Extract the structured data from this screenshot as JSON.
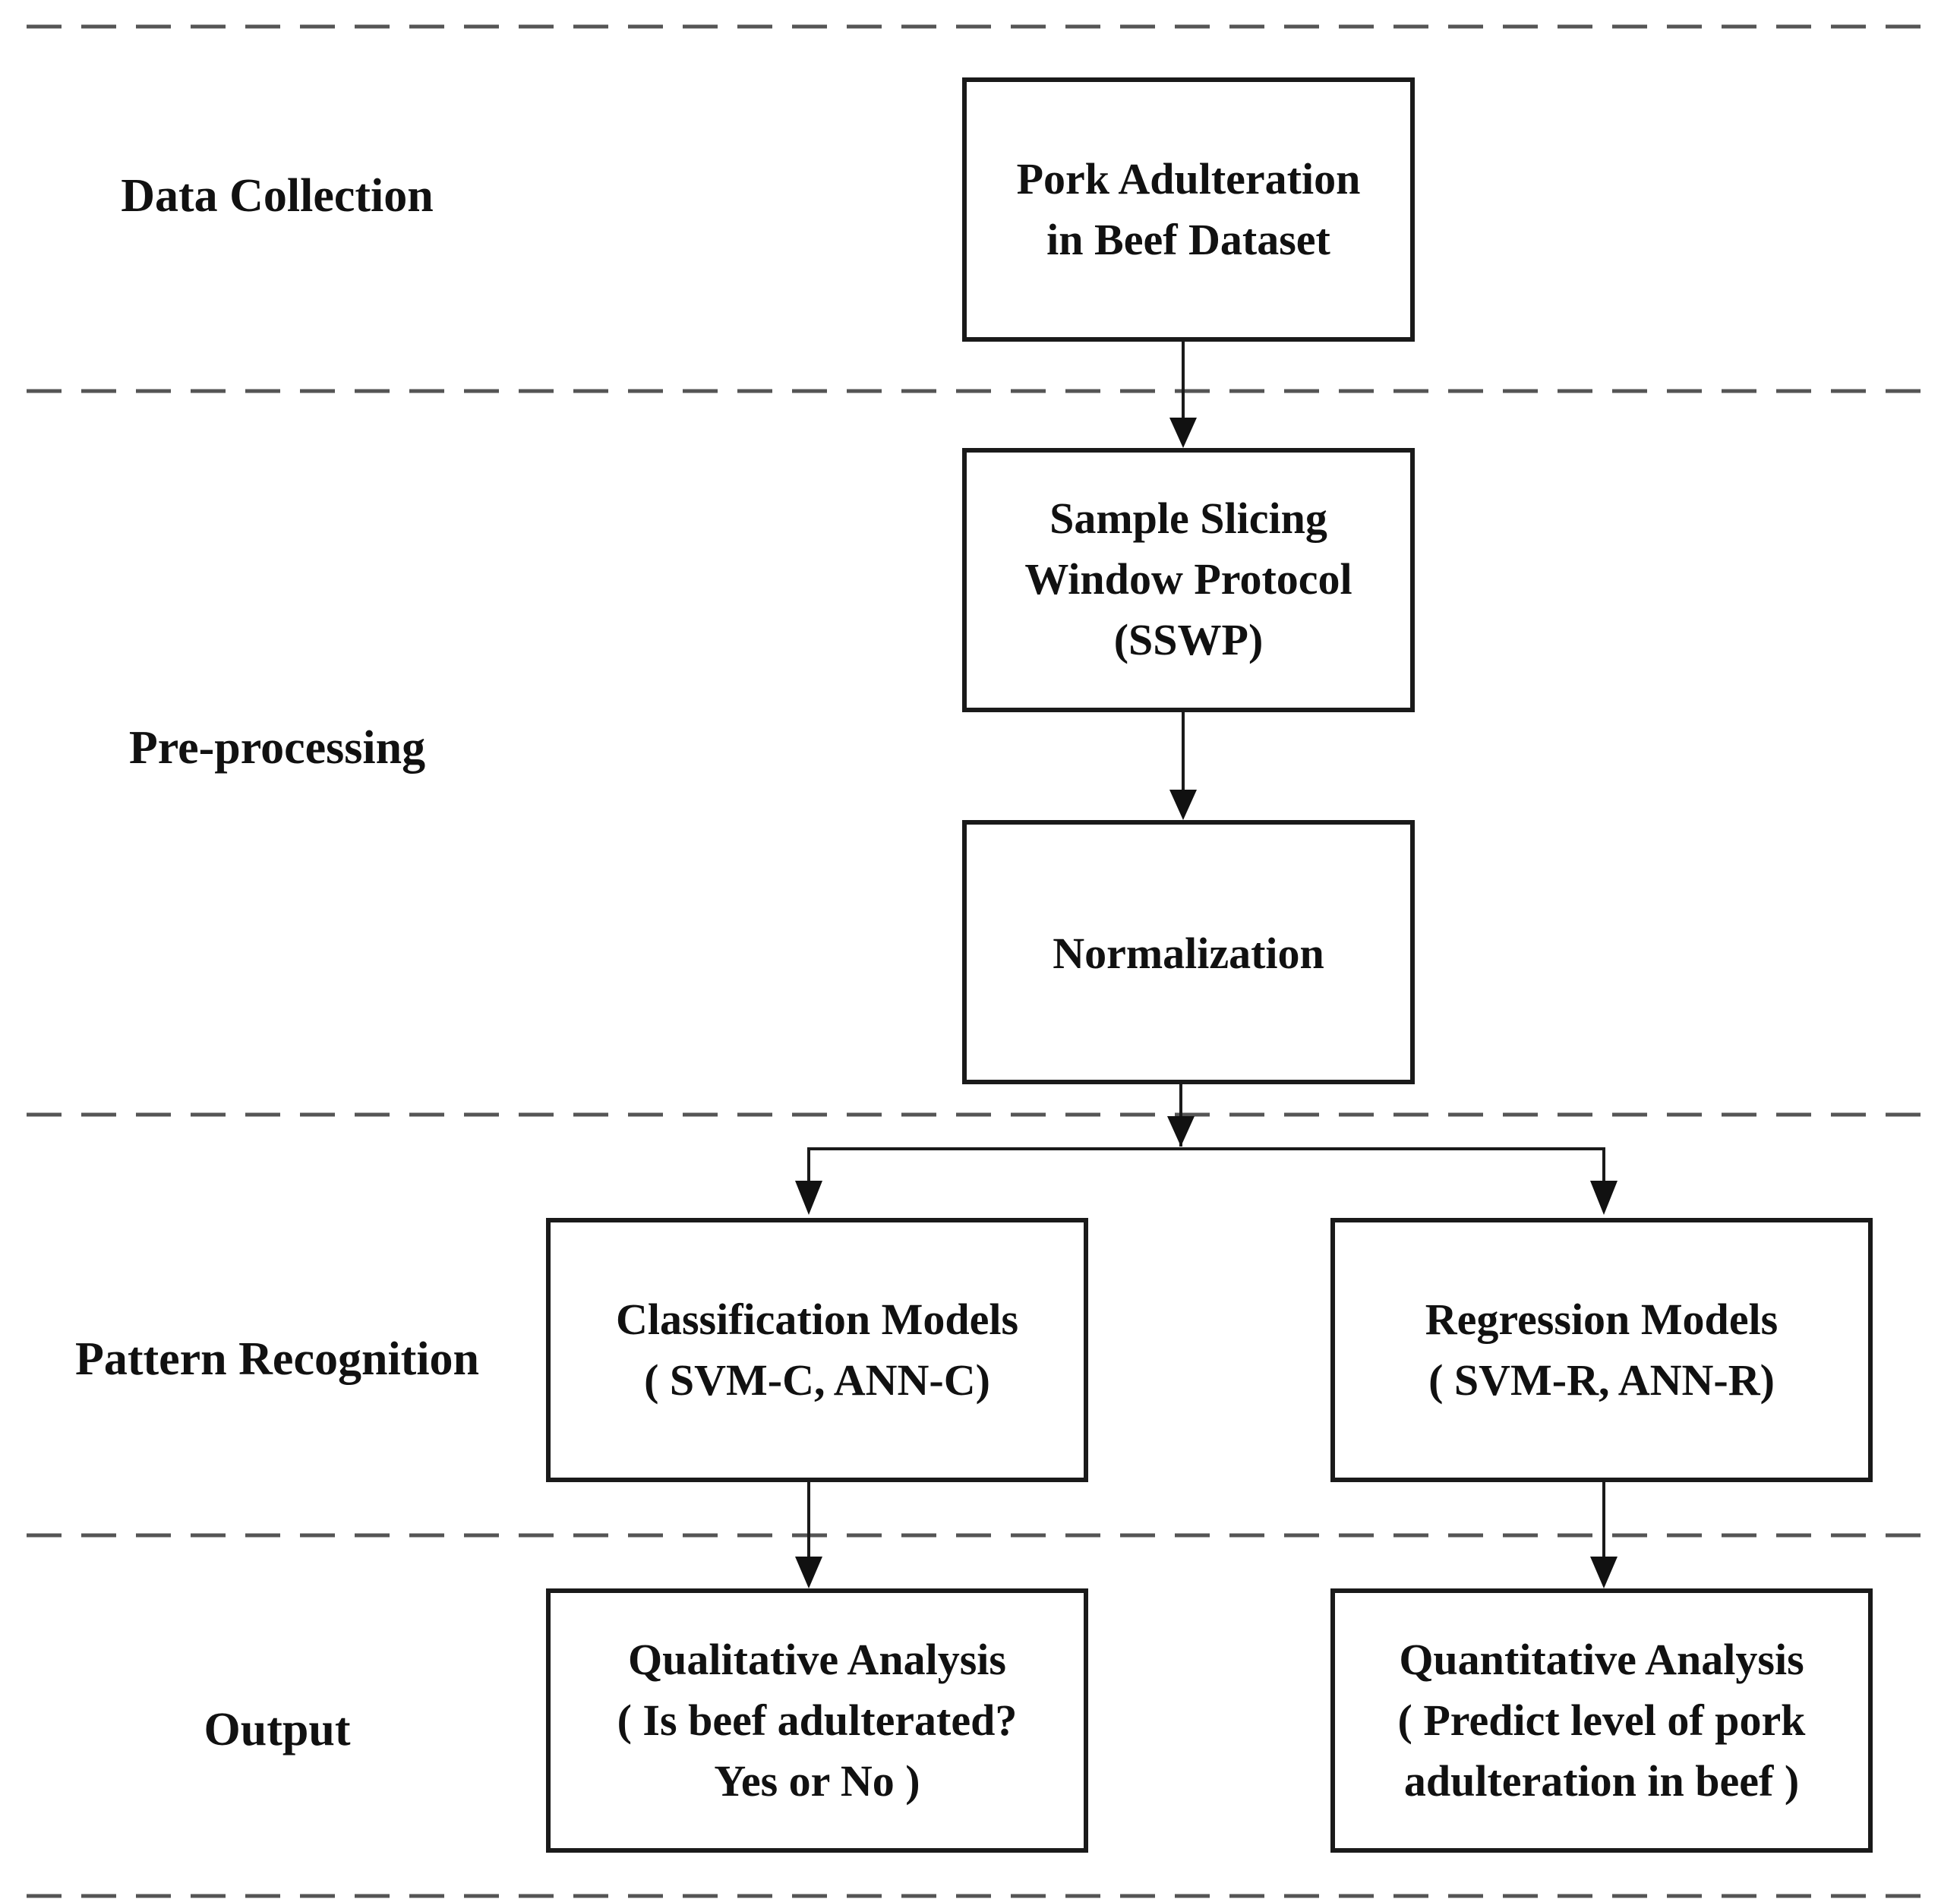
{
  "stages": {
    "data_collection": "Data Collection",
    "pre_processing": "Pre-processing",
    "pattern_recognition": "Pattern Recognition",
    "output": "Output"
  },
  "boxes": {
    "dataset": {
      "line1": "Pork Adulteration",
      "line2": "in Beef Dataset"
    },
    "sswp": {
      "line1": "Sample Slicing",
      "line2": "Window Protocol",
      "line3": "(SSWP)"
    },
    "normalization": {
      "line1": "Normalization"
    },
    "classification": {
      "line1": "Classification Models",
      "line2": "( SVM-C, ANN-C)"
    },
    "regression": {
      "line1": "Regression Models",
      "line2": "( SVM-R, ANN-R)"
    },
    "qualitative": {
      "line1": "Qualitative Analysis",
      "line2": "( Is beef adulterated?",
      "line3": "Yes or No )"
    },
    "quantitative": {
      "line1": "Quantitative Analysis",
      "line2": "( Predict level of pork",
      "line3": "adulteration in beef )"
    }
  }
}
